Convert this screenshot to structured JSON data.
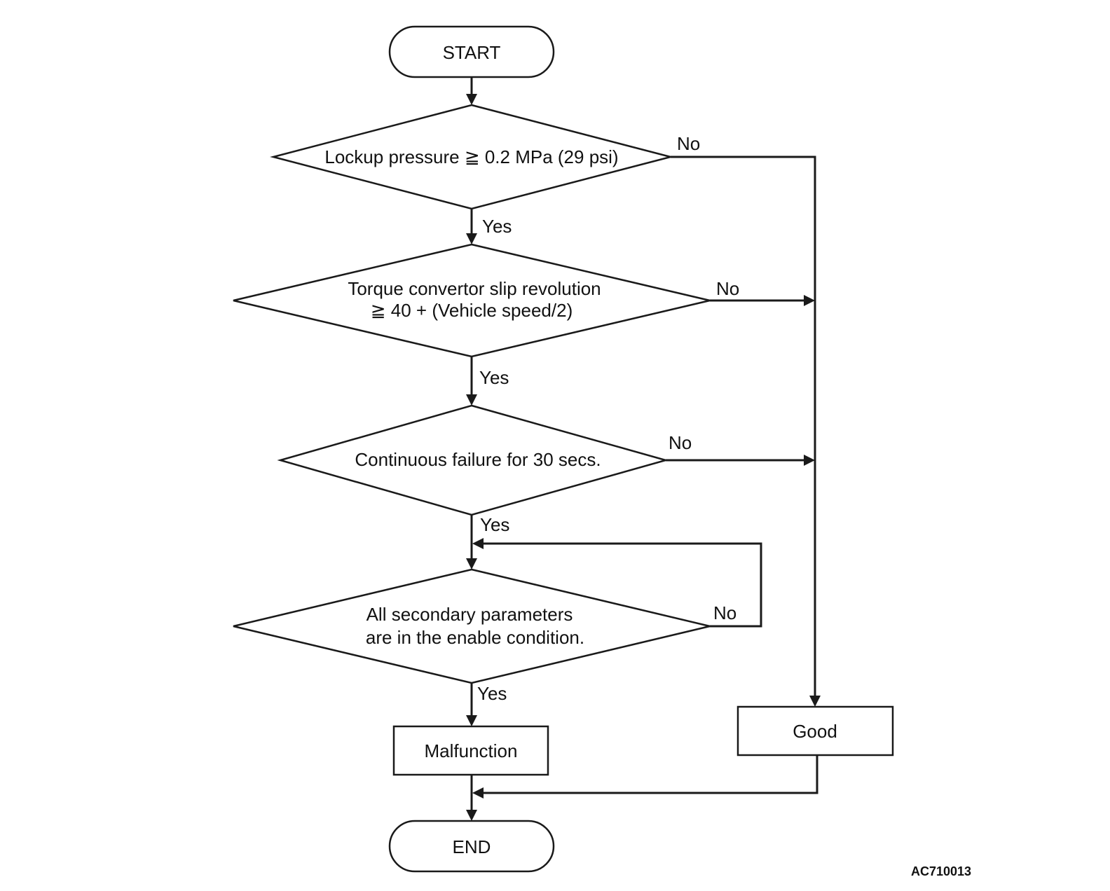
{
  "flowchart": {
    "start": "START",
    "end": "END",
    "decision1": {
      "text": "Lockup pressure ≧ 0.2 MPa (29 psi)"
    },
    "decision2": {
      "line1": "Torque convertor slip revolution",
      "line2": "≧ 40 + (Vehicle speed/2)"
    },
    "decision3": {
      "text": "Continuous failure for 30 secs."
    },
    "decision4": {
      "line1": "All secondary parameters",
      "line2": "are in the enable condition."
    },
    "malfunction": "Malfunction",
    "good": "Good",
    "labels": {
      "yes": "Yes",
      "no": "No"
    },
    "figure_code": "AC710013"
  }
}
